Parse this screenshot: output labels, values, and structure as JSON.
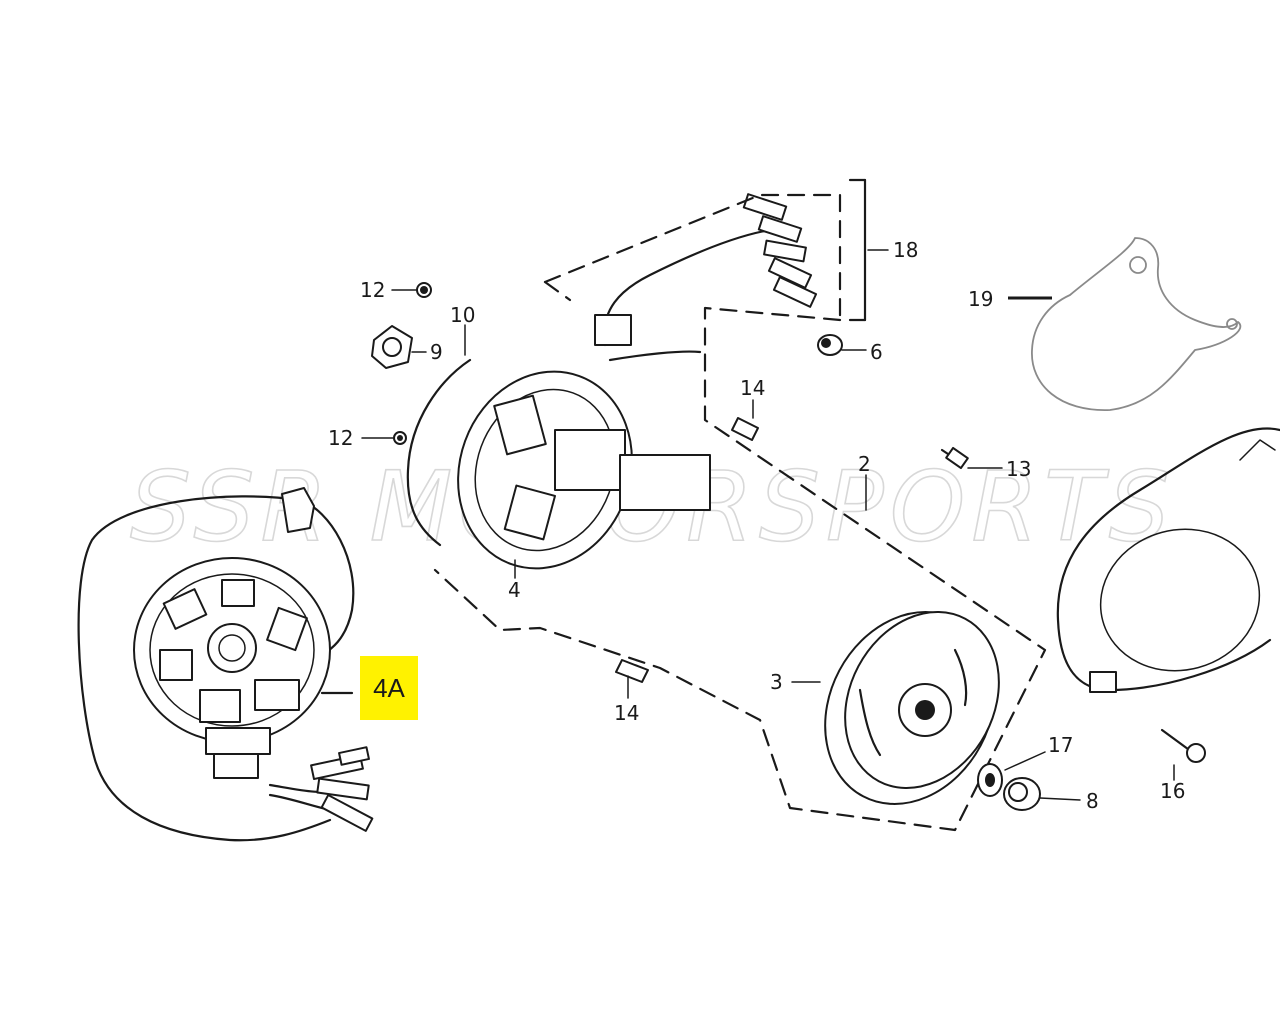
{
  "watermark": "SSR MOTORSPORTS",
  "highlight": {
    "label": "4A",
    "color": "#fff200"
  },
  "callouts": [
    {
      "id": "12-top",
      "text": "12"
    },
    {
      "id": "9",
      "text": "9"
    },
    {
      "id": "10",
      "text": "10"
    },
    {
      "id": "12-mid",
      "text": "12"
    },
    {
      "id": "4",
      "text": "4"
    },
    {
      "id": "18",
      "text": "18"
    },
    {
      "id": "6",
      "text": "6"
    },
    {
      "id": "14-upper",
      "text": "14"
    },
    {
      "id": "2",
      "text": "2"
    },
    {
      "id": "13",
      "text": "13"
    },
    {
      "id": "19",
      "text": "19"
    },
    {
      "id": "3",
      "text": "3"
    },
    {
      "id": "14-lower",
      "text": "14"
    },
    {
      "id": "17",
      "text": "17"
    },
    {
      "id": "8",
      "text": "8"
    },
    {
      "id": "16",
      "text": "16"
    }
  ]
}
